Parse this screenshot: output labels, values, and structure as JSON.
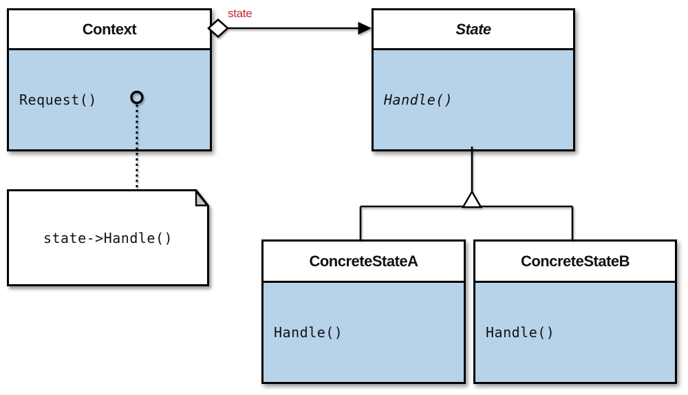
{
  "classes": {
    "context": {
      "name": "Context",
      "method": "Request()"
    },
    "state": {
      "name": "State",
      "method": "Handle()"
    },
    "concrete_a": {
      "name": "ConcreteStateA",
      "method": "Handle()"
    },
    "concrete_b": {
      "name": "ConcreteStateB",
      "method": "Handle()"
    }
  },
  "note": {
    "text": "state->Handle()"
  },
  "association": {
    "label": "state"
  },
  "colors": {
    "class_body": "#b7d3ea",
    "association_label": "#c8232b",
    "border": "#000000",
    "note_fold": "#c6c6c6"
  }
}
